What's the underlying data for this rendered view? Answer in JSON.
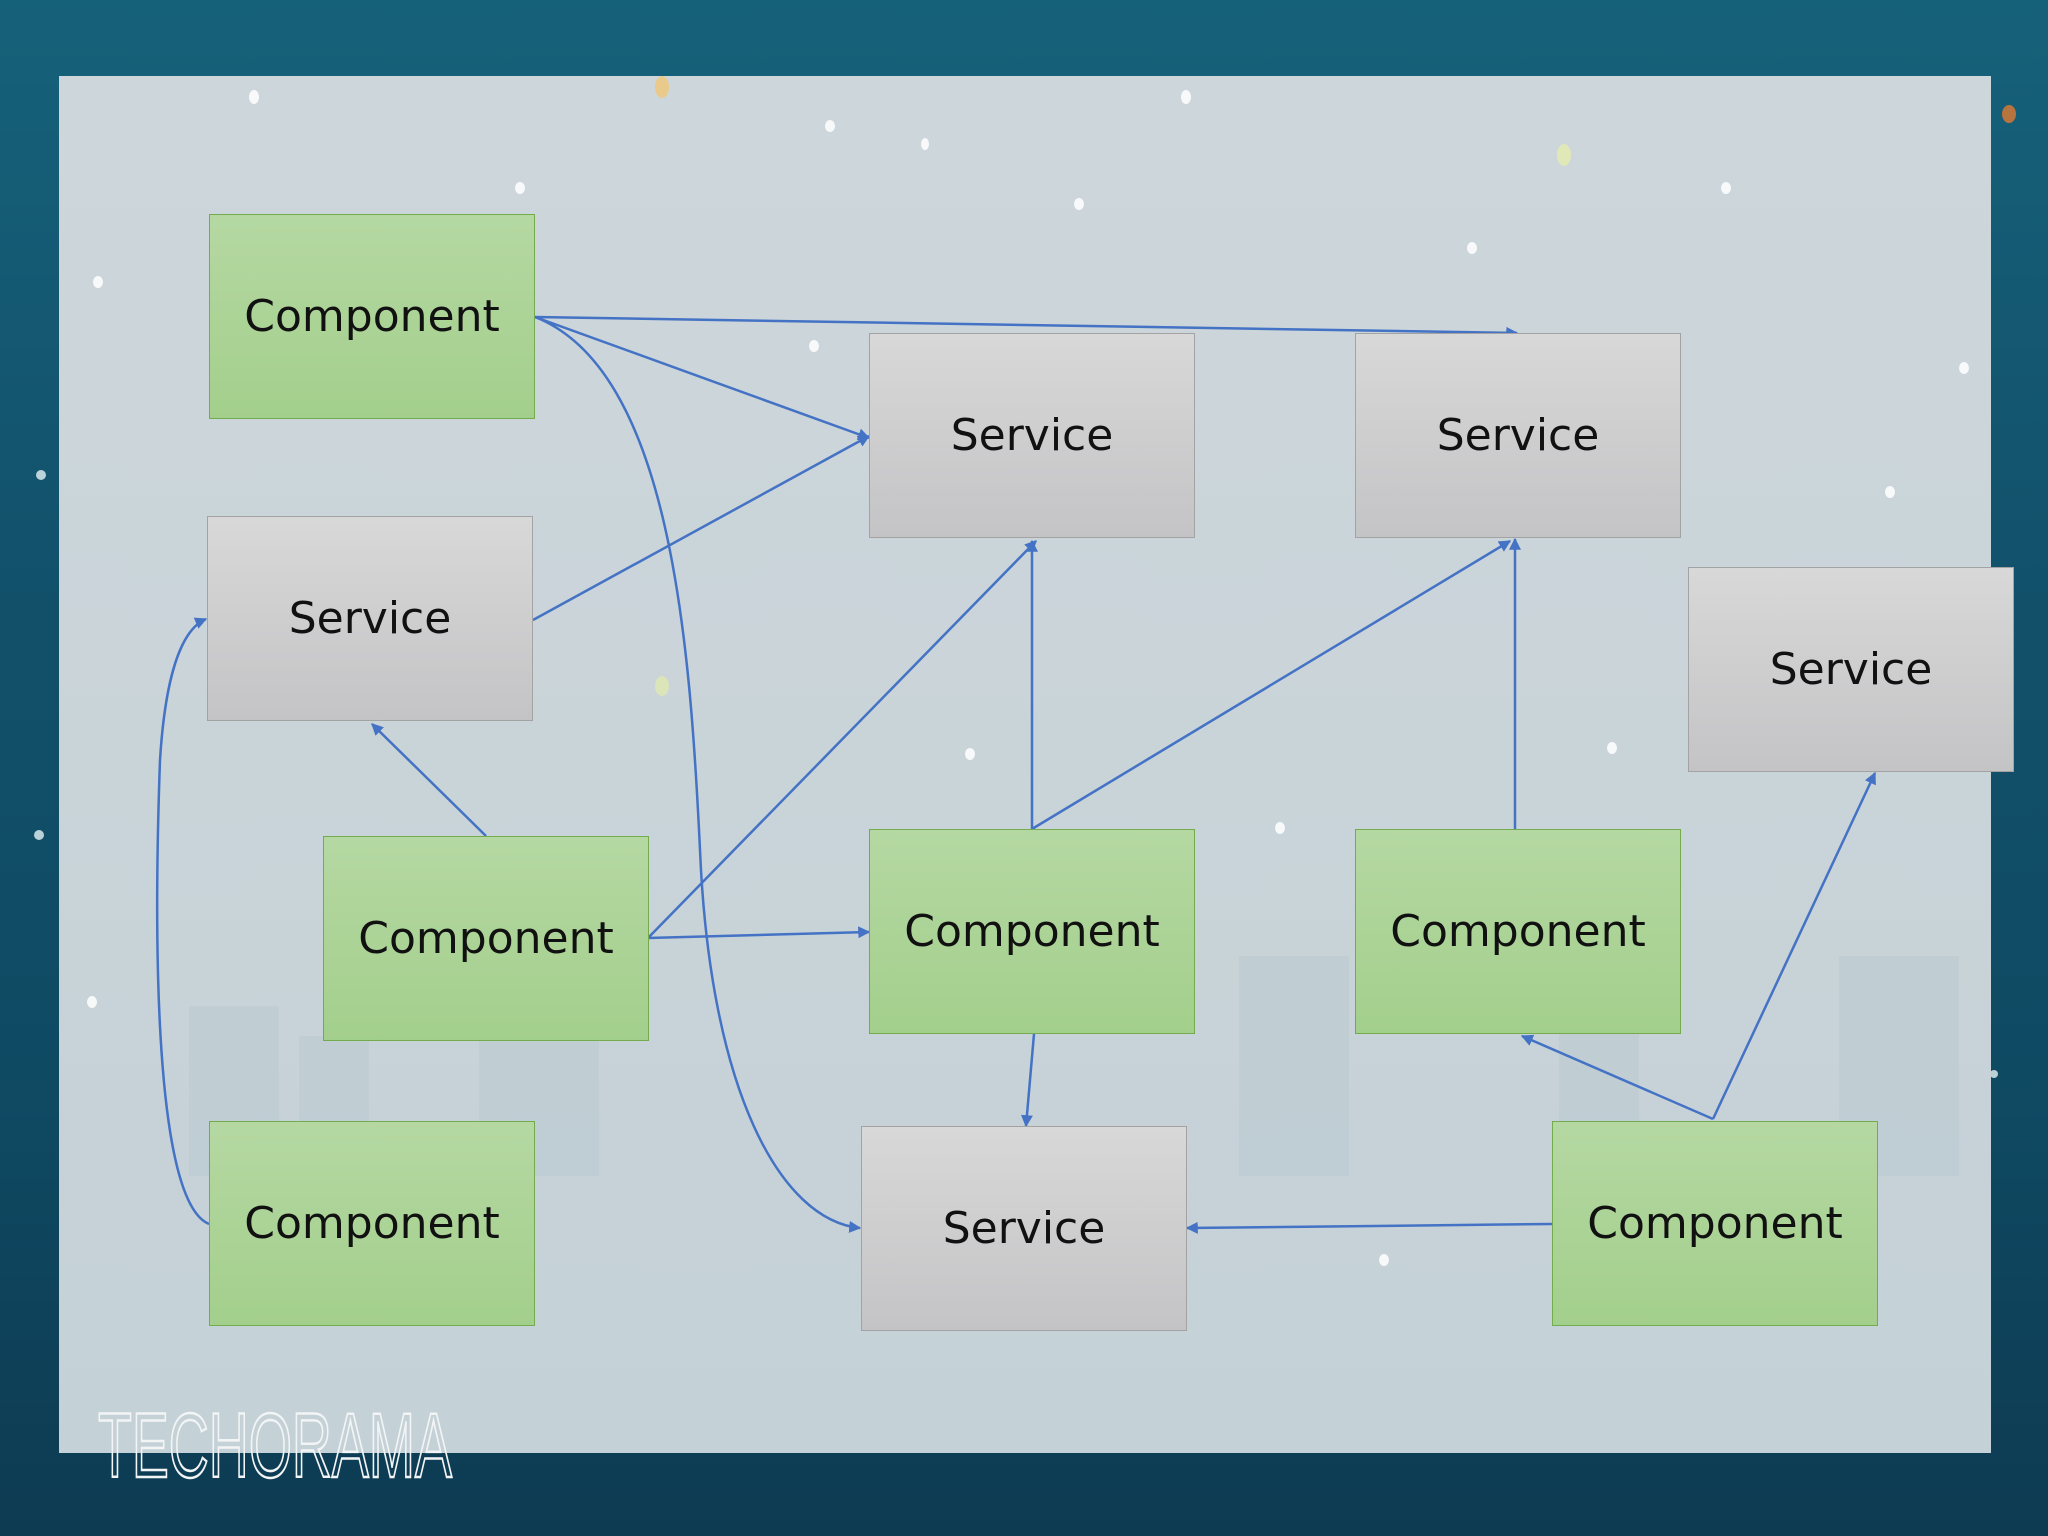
{
  "diagram": {
    "nodes": [
      {
        "id": "c1",
        "type": "component",
        "label": "Component"
      },
      {
        "id": "s1",
        "type": "service",
        "label": "Service"
      },
      {
        "id": "s2",
        "type": "service",
        "label": "Service"
      },
      {
        "id": "s3",
        "type": "service",
        "label": "Service"
      },
      {
        "id": "s4",
        "type": "service",
        "label": "Service"
      },
      {
        "id": "c2",
        "type": "component",
        "label": "Component"
      },
      {
        "id": "c3",
        "type": "component",
        "label": "Component"
      },
      {
        "id": "c4",
        "type": "component",
        "label": "Component"
      },
      {
        "id": "c5",
        "type": "component",
        "label": "Component"
      },
      {
        "id": "c6",
        "type": "component",
        "label": "Component"
      },
      {
        "id": "s5",
        "type": "service",
        "label": "Service"
      }
    ],
    "edges": [
      {
        "from": "c1",
        "to": "s3"
      },
      {
        "from": "c1",
        "to": "s1"
      },
      {
        "from": "c1",
        "to": "s5"
      },
      {
        "from": "s2",
        "to": "s1"
      },
      {
        "from": "c2",
        "to": "s2"
      },
      {
        "from": "c2",
        "to": "s1"
      },
      {
        "from": "c2",
        "to": "c3"
      },
      {
        "from": "c3",
        "to": "s1"
      },
      {
        "from": "c3",
        "to": "s3"
      },
      {
        "from": "c3",
        "to": "s5"
      },
      {
        "from": "c4",
        "to": "s3"
      },
      {
        "from": "c5",
        "to": "s2"
      },
      {
        "from": "c6",
        "to": "c4"
      },
      {
        "from": "c6",
        "to": "s4"
      },
      {
        "from": "c6",
        "to": "s5"
      }
    ]
  },
  "colors": {
    "component_fill": "#a9d18e",
    "component_border": "#70ad47",
    "service_fill": "#d0cece",
    "service_border": "#a5a5a5",
    "arrow": "#4472c4"
  },
  "logo": {
    "text": "TECHORAMA"
  }
}
